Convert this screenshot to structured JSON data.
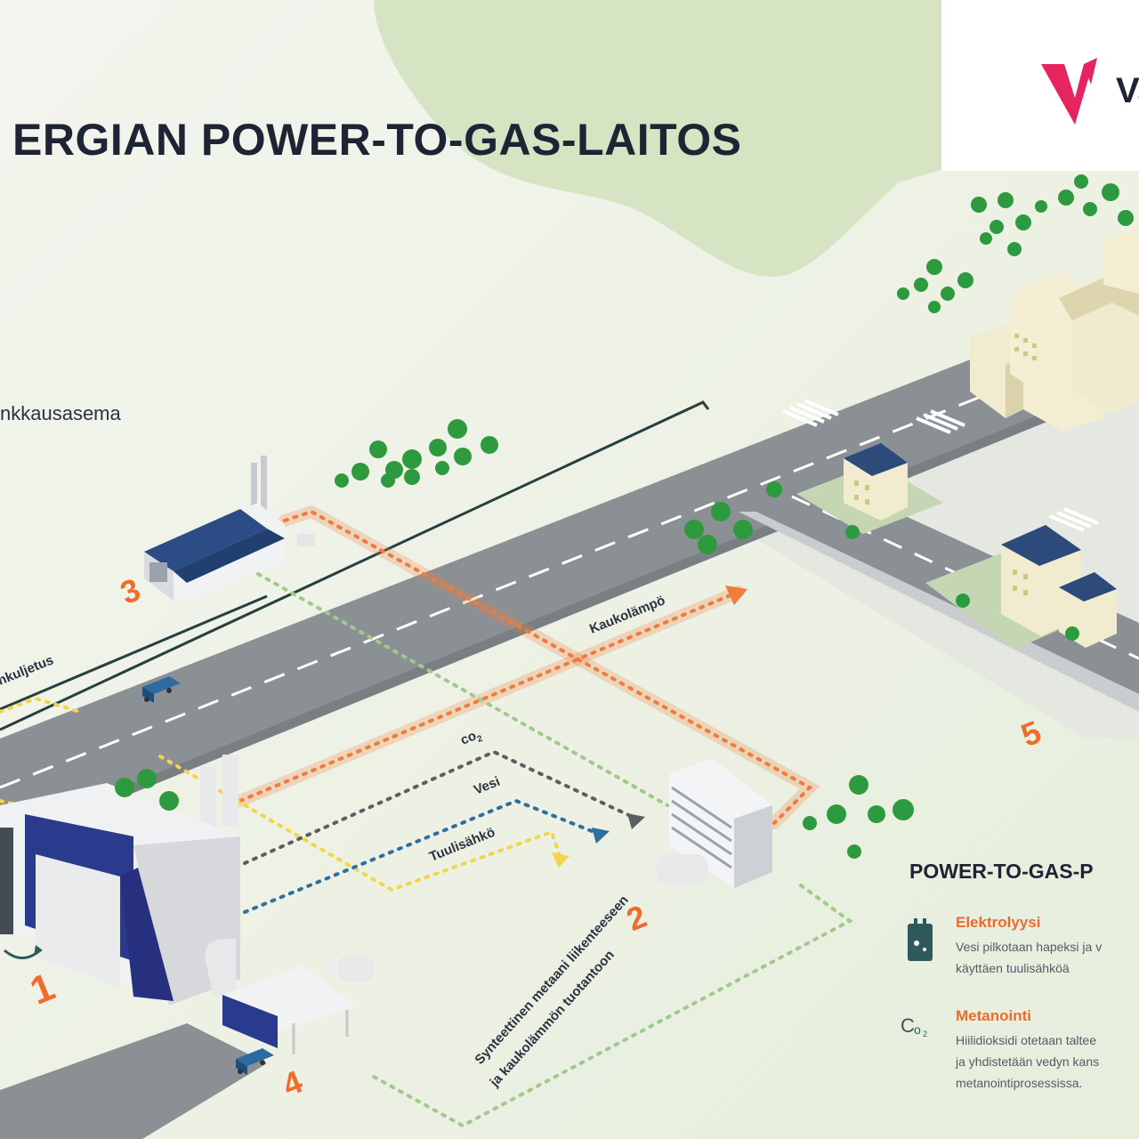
{
  "header": {
    "title": "ERGIAN POWER-TO-GAS-LAITOS",
    "logo_text": "Va"
  },
  "labels": {
    "station": "nkkausasema",
    "road_transport": "nkuljetus",
    "district_heat": "Kaukolämpö",
    "co2": "co",
    "co2_sub": "2",
    "water": "Vesi",
    "wind_power": "Tuulisähkö",
    "synthetic_methane_line1": "Synteettinen metaani liikenteeseen",
    "synthetic_methane_line2": "ja kaukolämmön tuotantoon"
  },
  "markers": [
    "1",
    "2",
    "3",
    "4",
    "5"
  ],
  "legend": {
    "title": "POWER-TO-GAS-P",
    "items": [
      {
        "icon": "electrolysis-icon",
        "heading": "Elektrolyysi",
        "lines": [
          "Vesi pilkotaan hapeksi ja v",
          "käyttäen tuulisähköä"
        ]
      },
      {
        "icon": "co2-icon",
        "heading": "Metanointi",
        "lines": [
          "Hiilidioksidi otetaan taltee",
          "ja yhdistetään vedyn kans",
          "metanointiprosessissa."
        ]
      }
    ]
  },
  "colors": {
    "background": "#eef2e6",
    "green_blob": "#d7e5c4",
    "road": "#8d9296",
    "orange": "#ee7c3a",
    "yellow": "#f2d54a",
    "blue": "#2f6f9e",
    "grey_route": "#5b5e63",
    "green_route": "#9fc98d",
    "navy": "#27307e",
    "logo_pink": "#e6245f",
    "tree": "#2d9a3e"
  }
}
